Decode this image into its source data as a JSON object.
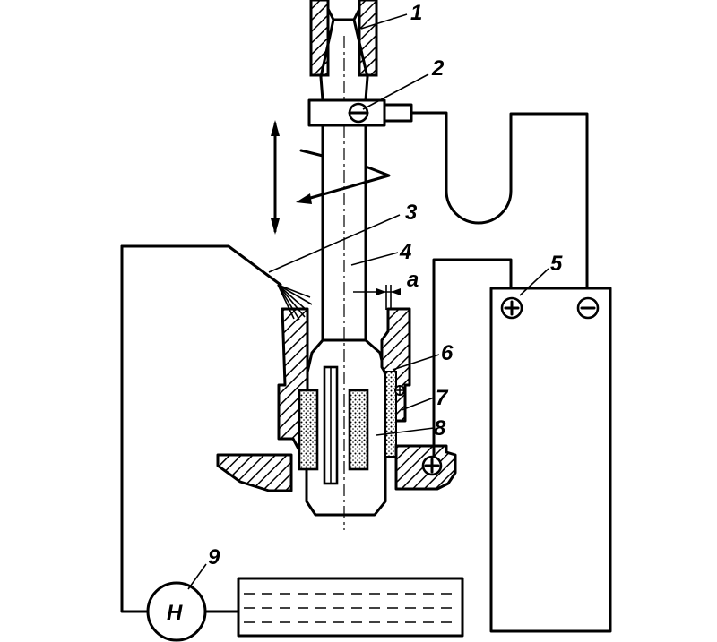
{
  "labels": {
    "l1": "1",
    "l2": "2",
    "l3": "3",
    "l4": "4",
    "l5": "5",
    "l6": "6",
    "l7": "7",
    "l8": "8",
    "l9": "9",
    "gap": "a",
    "pump": "H",
    "plus": "⊕",
    "minus": "⊖"
  }
}
